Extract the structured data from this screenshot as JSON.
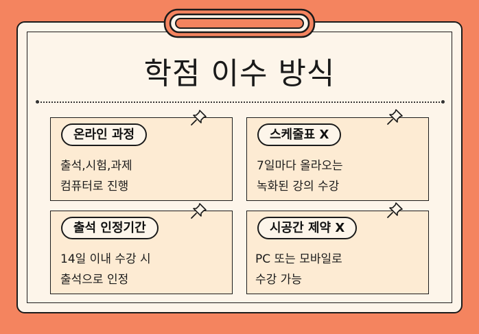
{
  "board": {
    "title": "학점 이수 방식"
  },
  "cards": [
    {
      "label": "온라인 과정",
      "lines": [
        "출석,시험,과제",
        "컴퓨터로 진행"
      ]
    },
    {
      "label": "스케줄표 X",
      "lines": [
        "7일마다 올라오는",
        "녹화된 강의 수강"
      ]
    },
    {
      "label": "출석 인정기간",
      "lines": [
        "14일 이내 수강 시",
        "출석으로 인정"
      ]
    },
    {
      "label": "시공간 제약 X",
      "lines": [
        "PC 또는 모바일로",
        "수강 가능"
      ]
    }
  ],
  "icons": {
    "clip": "paper-clip-icon",
    "pin": "push-pin-icon"
  },
  "colors": {
    "background": "#f4845f",
    "board": "#fdf5ea",
    "card": "#fdebd3",
    "ink": "#1a1a1a"
  }
}
